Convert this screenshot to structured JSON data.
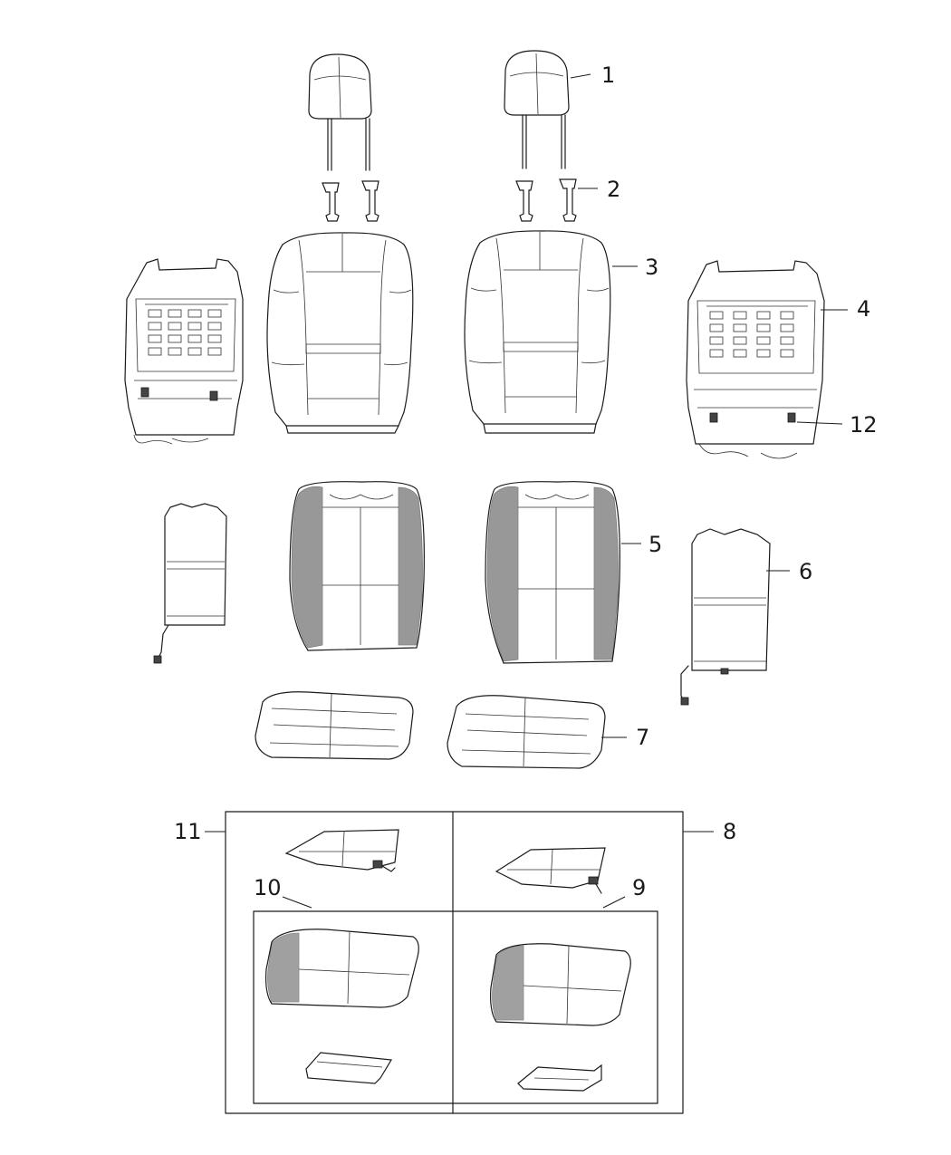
{
  "diagram": {
    "callouts": [
      {
        "id": "1",
        "label": "1"
      },
      {
        "id": "2",
        "label": "2"
      },
      {
        "id": "3",
        "label": "3"
      },
      {
        "id": "4",
        "label": "4"
      },
      {
        "id": "12",
        "label": "12"
      },
      {
        "id": "5",
        "label": "5"
      },
      {
        "id": "6",
        "label": "6"
      },
      {
        "id": "7",
        "label": "7"
      },
      {
        "id": "8",
        "label": "8"
      },
      {
        "id": "9",
        "label": "9"
      },
      {
        "id": "10",
        "label": "10"
      },
      {
        "id": "11",
        "label": "11"
      }
    ]
  }
}
